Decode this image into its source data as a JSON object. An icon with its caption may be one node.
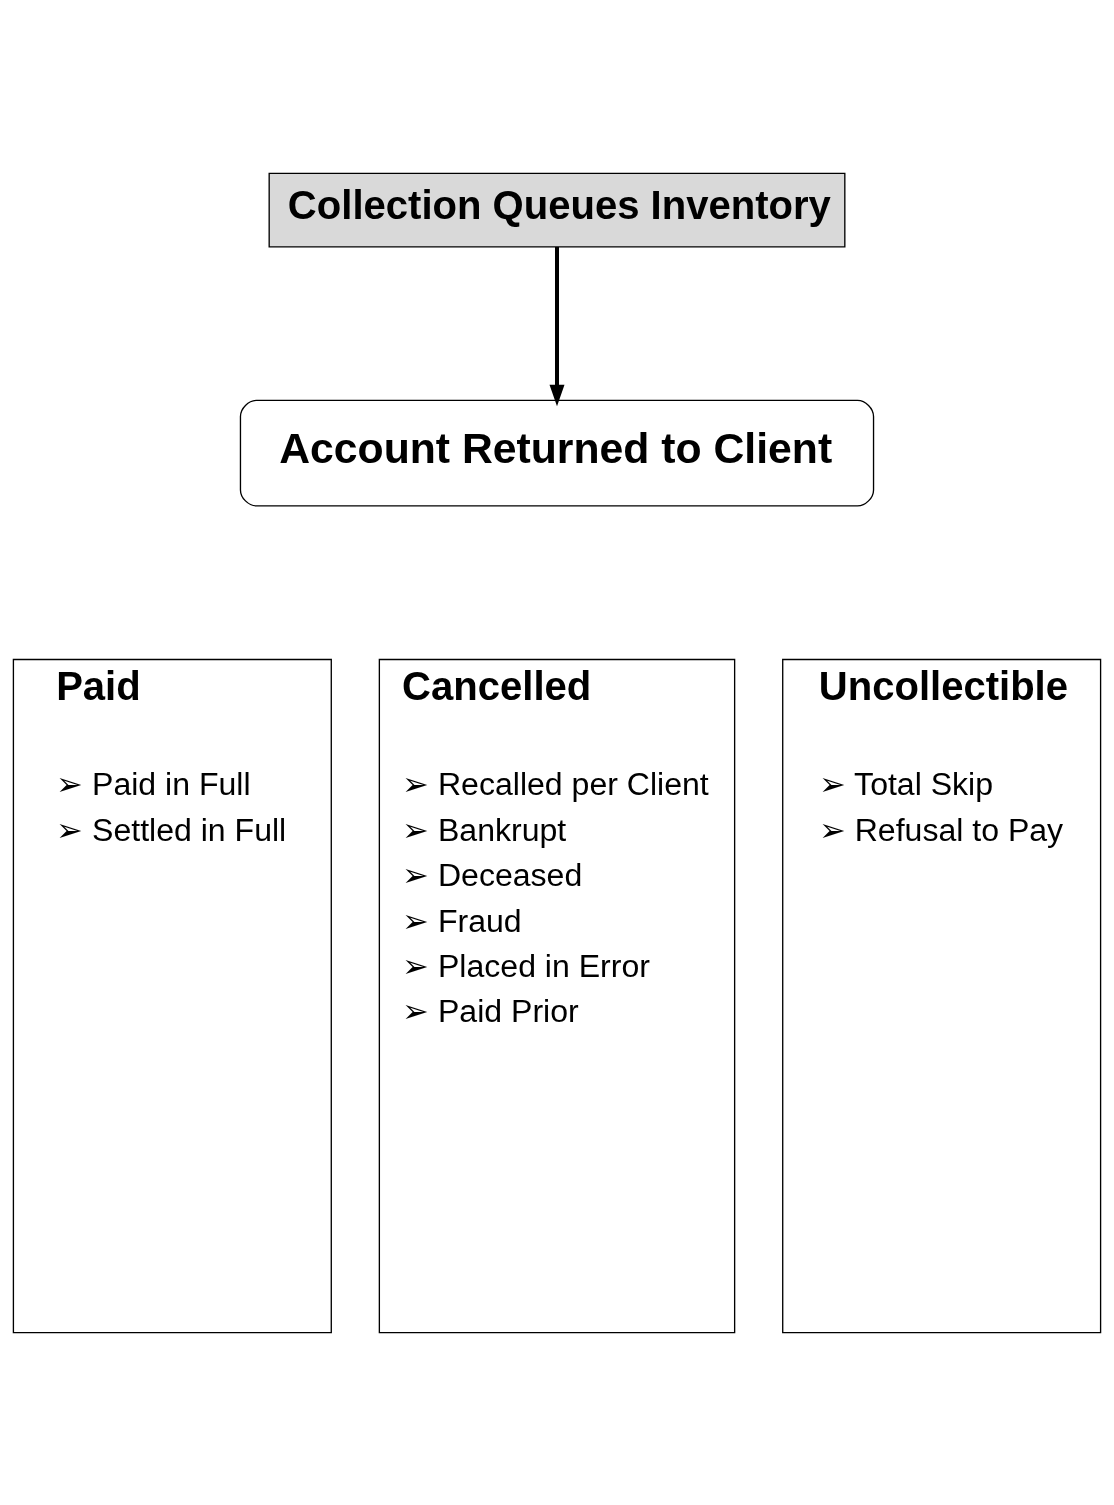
{
  "diagram": {
    "nodes": [
      {
        "text": [
          "Collection Queues Inventory"
        ]
      },
      {
        "text": [
          "Account Returned to Client"
        ]
      },
      {
        "text": [
          "Paid",
          "➢ Paid in Full",
          "➢ Settled in Full"
        ]
      },
      {
        "text": [
          "Cancelled",
          "➢ Recalled per Client",
          "➢ Bankrupt",
          "➢ Deceased",
          "➢ Fraud",
          "➢ Placed in Error",
          "➢ Paid Prior"
        ]
      },
      {
        "text": [
          "Uncollectible",
          "➢ Total Skip",
          "➢ Refusal to Pay"
        ]
      }
    ],
    "edges": [
      {
        "from": 0,
        "to": 1,
        "arrow": "to"
      }
    ]
  }
}
